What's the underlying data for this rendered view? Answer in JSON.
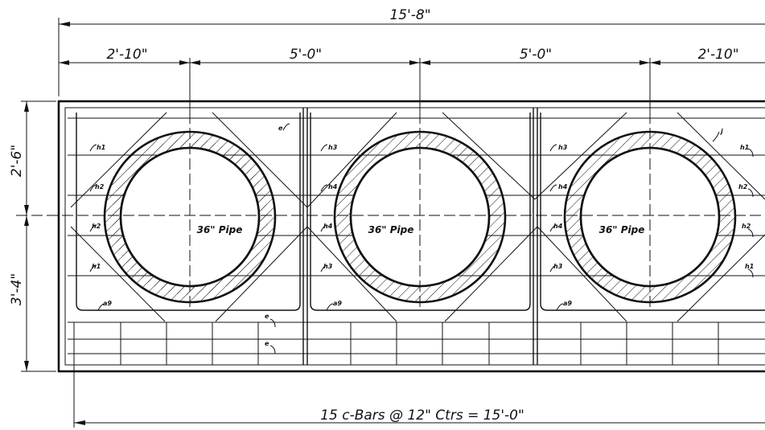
{
  "dimensions": {
    "overall": "15'-8\"",
    "seg_left": "2'-10\"",
    "seg_mid1": "5'-0\"",
    "seg_mid2": "5'-0\"",
    "seg_right": "2'-10\"",
    "vert_top": "2'-6\"",
    "vert_bottom": "3'-4\"",
    "c_bars": "15 c-Bars @ 12\" Ctrs = 15'-0\""
  },
  "pipes": [
    {
      "label": "36\" Pipe"
    },
    {
      "label": "36\" Pipe"
    },
    {
      "label": "36\" Pipe"
    }
  ],
  "bar_marks": {
    "h1": "h1",
    "h2": "h2",
    "h3": "h3",
    "h4": "h4",
    "a9": "a9",
    "e": "e",
    "j": "j"
  }
}
